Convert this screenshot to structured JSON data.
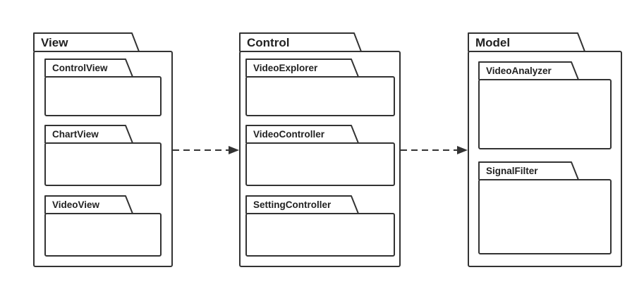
{
  "packages": {
    "view": {
      "title": "View",
      "children": [
        "ControlView",
        "ChartView",
        "VideoView"
      ]
    },
    "control": {
      "title": "Control",
      "children": [
        "VideoExplorer",
        "VideoController",
        "SettingController"
      ]
    },
    "model": {
      "title": "Model",
      "children": [
        "VideoAnalyzer",
        "SignalFilter"
      ]
    }
  },
  "dependencies": [
    {
      "from": "View",
      "to": "Control",
      "style": "dashed"
    },
    {
      "from": "Control",
      "to": "Model",
      "style": "dashed"
    }
  ],
  "colors": {
    "stroke": "#333333",
    "text": "#222222",
    "background": "#ffffff"
  }
}
